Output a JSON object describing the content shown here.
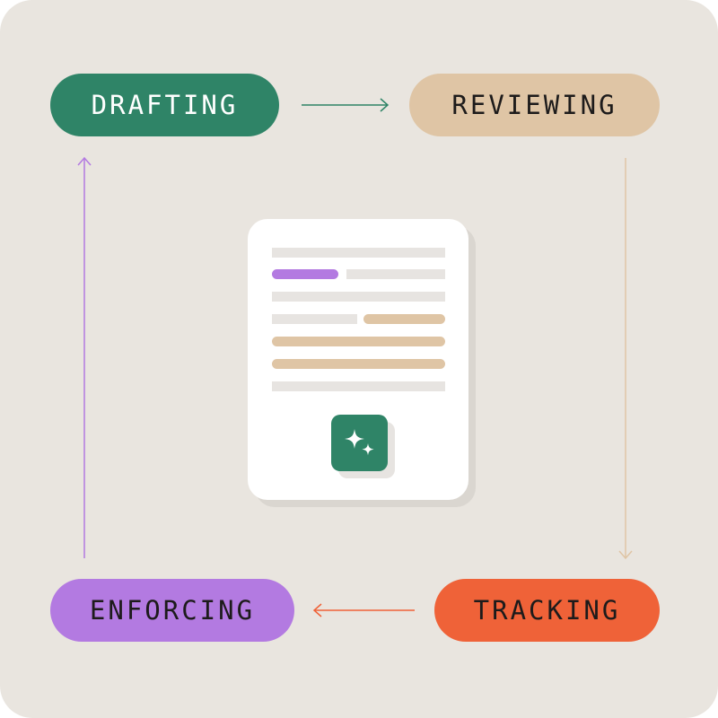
{
  "workflow": {
    "stages": {
      "drafting": {
        "label": "DRAFTING",
        "color": "#2f8467"
      },
      "reviewing": {
        "label": "REVIEWING",
        "color": "#dfc5a5"
      },
      "tracking": {
        "label": "TRACKING",
        "color": "#ef6238"
      },
      "enforcing": {
        "label": "ENFORCING",
        "color": "#b37ae1"
      }
    },
    "arrows": [
      {
        "from": "drafting",
        "to": "reviewing",
        "color": "#2f8467"
      },
      {
        "from": "reviewing",
        "to": "tracking",
        "color": "#dfc5a5"
      },
      {
        "from": "tracking",
        "to": "enforcing",
        "color": "#ef6238"
      },
      {
        "from": "enforcing",
        "to": "drafting",
        "color": "#b37ae1"
      }
    ]
  },
  "document": {
    "icon": "document-icon",
    "badge_icon": "sparkles-icon",
    "badge_color": "#2f8467"
  },
  "colors": {
    "background": "#e9e5df",
    "card": "#ffffff",
    "placeholder_line": "#e7e4e1"
  }
}
